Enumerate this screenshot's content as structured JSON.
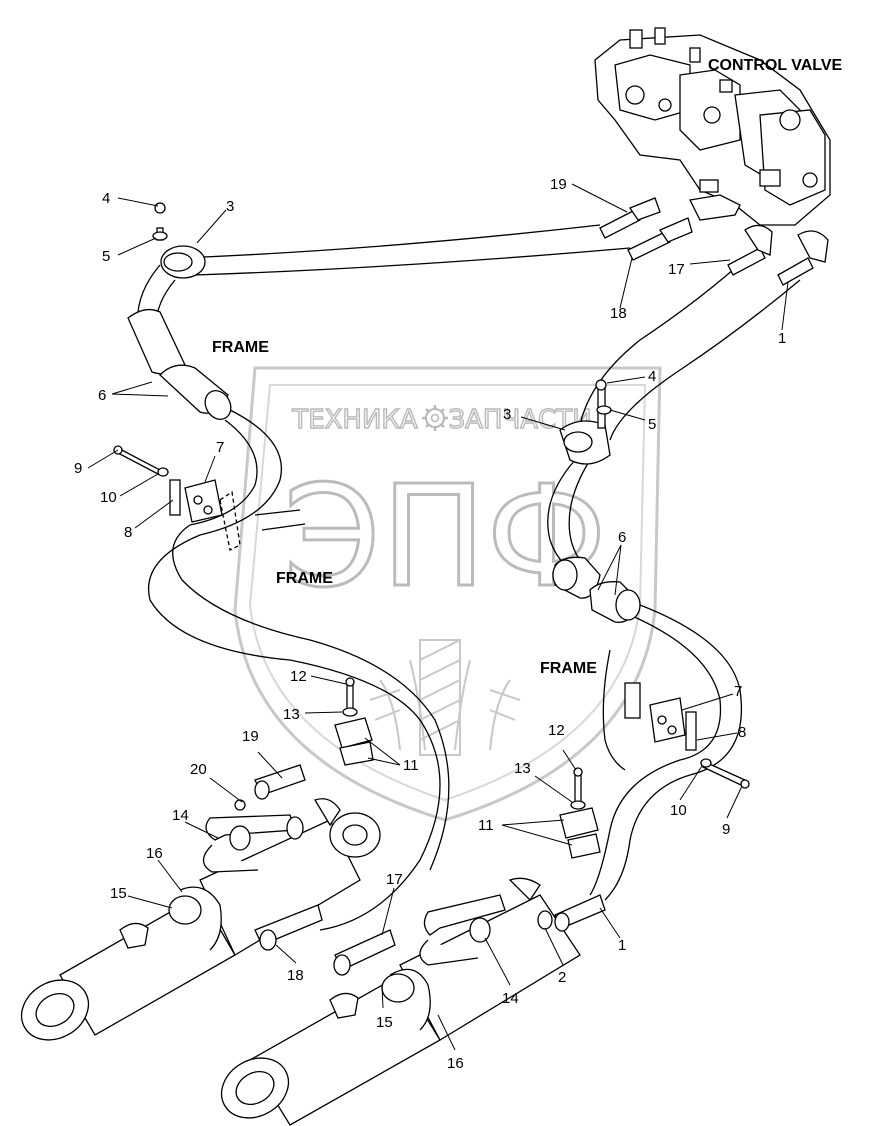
{
  "watermark": {
    "top_text_left": "ТЕХНИКА",
    "top_text_right": "ЗАПЧАСТИ",
    "logo_letters": "ЭПФ",
    "gear_icon": "gear-icon"
  },
  "labels": {
    "control_valve": "CONTROL VALVE",
    "frame_1": "FRAME",
    "frame_2": "FRAME",
    "frame_3": "FRAME"
  },
  "callouts": [
    {
      "id": "c4a",
      "text": "4"
    },
    {
      "id": "c3a",
      "text": "3"
    },
    {
      "id": "c5a",
      "text": "5"
    },
    {
      "id": "c19a",
      "text": "19"
    },
    {
      "id": "c17a",
      "text": "17"
    },
    {
      "id": "c18a",
      "text": "18"
    },
    {
      "id": "c1a",
      "text": "1"
    },
    {
      "id": "c6a",
      "text": "6"
    },
    {
      "id": "c4b",
      "text": "4"
    },
    {
      "id": "c3b",
      "text": "3"
    },
    {
      "id": "c5b",
      "text": "5"
    },
    {
      "id": "c7a",
      "text": "7"
    },
    {
      "id": "c9a",
      "text": "9"
    },
    {
      "id": "c10a",
      "text": "10"
    },
    {
      "id": "c8a",
      "text": "8"
    },
    {
      "id": "c6b",
      "text": "6"
    },
    {
      "id": "c7b",
      "text": "7"
    },
    {
      "id": "c8b",
      "text": "8"
    },
    {
      "id": "c12a",
      "text": "12"
    },
    {
      "id": "c13a",
      "text": "13"
    },
    {
      "id": "c11a",
      "text": "11"
    },
    {
      "id": "c19b",
      "text": "19"
    },
    {
      "id": "c20",
      "text": "20"
    },
    {
      "id": "c12b",
      "text": "12"
    },
    {
      "id": "c13b",
      "text": "13"
    },
    {
      "id": "c10b",
      "text": "10"
    },
    {
      "id": "c9b",
      "text": "9"
    },
    {
      "id": "c11b",
      "text": "11"
    },
    {
      "id": "c14a",
      "text": "14"
    },
    {
      "id": "c16a",
      "text": "16"
    },
    {
      "id": "c15a",
      "text": "15"
    },
    {
      "id": "c17b",
      "text": "17"
    },
    {
      "id": "c1b",
      "text": "1"
    },
    {
      "id": "c18b",
      "text": "18"
    },
    {
      "id": "c2",
      "text": "2"
    },
    {
      "id": "c14b",
      "text": "14"
    },
    {
      "id": "c15b",
      "text": "15"
    },
    {
      "id": "c16b",
      "text": "16"
    }
  ]
}
